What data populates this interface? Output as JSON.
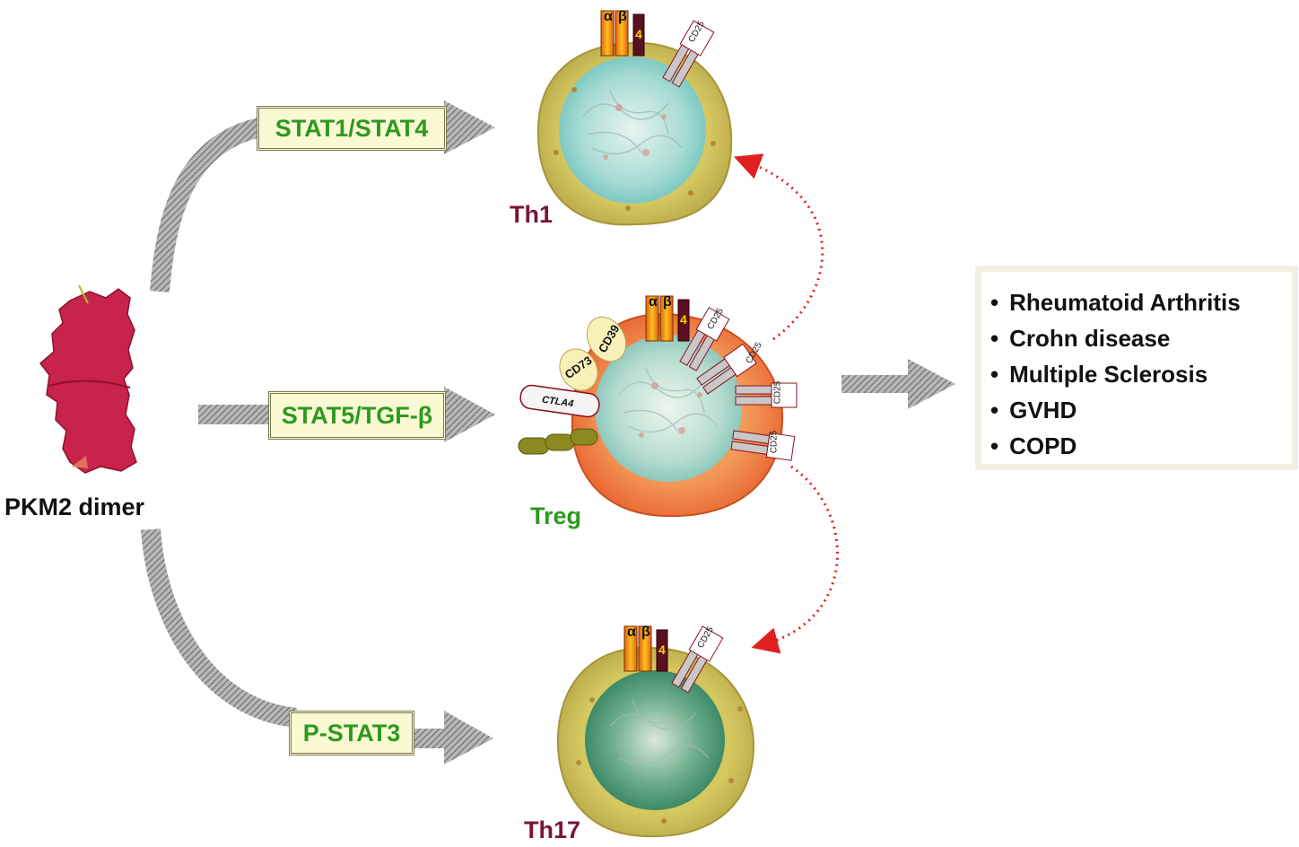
{
  "protein": {
    "label": "PKM2 dimer"
  },
  "pathways": {
    "th1": "STAT1/STAT4",
    "treg": "STAT5/TGF-β",
    "th17": "P-STAT3"
  },
  "cells": {
    "th1": {
      "label": "Th1"
    },
    "treg": {
      "label": "Treg"
    },
    "th17": {
      "label": "Th17"
    }
  },
  "receptor": {
    "alpha": "α",
    "beta": "β",
    "chain4": "4"
  },
  "markers": {
    "cd25": "CD25",
    "cd39": "CD39",
    "cd73": "CD73",
    "ctla4": "CTLA4"
  },
  "diseases": [
    "Rheumatoid Arthritis",
    "Crohn disease",
    "Multiple Sclerosis",
    "GVHD",
    "COPD"
  ],
  "colors": {
    "protein": "#c8234a",
    "pathway_text": "#2c9a1e",
    "th_label": "#7a1438",
    "treg_label": "#2c9a1e",
    "arrow_gray": "#8c8c8c",
    "dotted_arrow": "#e02020",
    "th_cytoplasm": "#cbb95a",
    "treg_cytoplasm": "#ec7a3c"
  }
}
